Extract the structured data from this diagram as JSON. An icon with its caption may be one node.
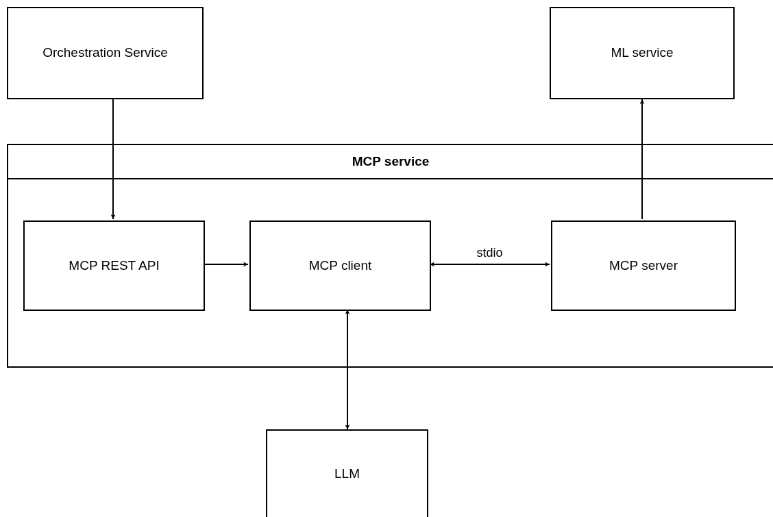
{
  "diagram": {
    "nodes": [
      {
        "text": [
          "Orchestration Service"
        ]
      },
      {
        "text": [
          "ML service"
        ]
      },
      {
        "text": [
          "MCP service"
        ]
      },
      {
        "text": [
          "MCP REST API"
        ],
        "in": 2
      },
      {
        "text": [
          "MCP client"
        ],
        "in": 2
      },
      {
        "text": [
          "MCP server"
        ],
        "in": 2
      },
      {
        "text": [
          "LLM"
        ]
      }
    ],
    "edges": [
      {
        "from": 0,
        "to": 3,
        "arrow": "to"
      },
      {
        "from": 3,
        "to": 4,
        "arrow": "to"
      },
      {
        "from": 4,
        "to": 5,
        "arrow": "both",
        "label": "stdio"
      },
      {
        "from": 5,
        "to": 1,
        "arrow": "to"
      },
      {
        "from": 4,
        "to": 6,
        "arrow": "both"
      }
    ]
  }
}
